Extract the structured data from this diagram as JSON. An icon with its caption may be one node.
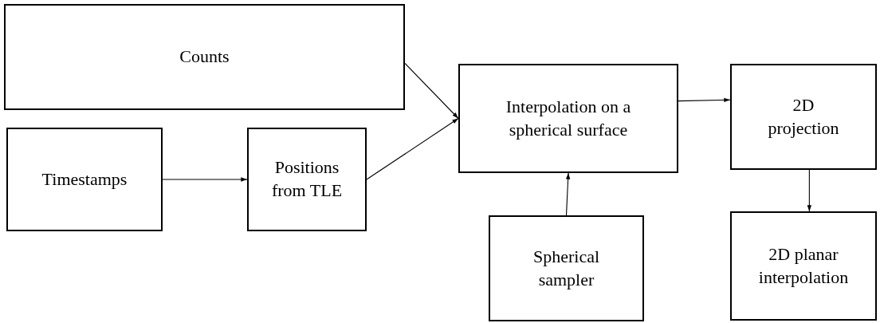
{
  "diagram": {
    "nodes": [
      {
        "text": [
          "Counts"
        ]
      },
      {
        "text": [
          "Timestamps"
        ]
      },
      {
        "text": [
          "Positions from TLE"
        ]
      },
      {
        "text": [
          "Interpolation on a spherical surface"
        ]
      },
      {
        "text": [
          "Spherical sampler"
        ]
      },
      {
        "text": [
          "2D projection"
        ]
      },
      {
        "text": [
          "2D planar interpolation"
        ]
      }
    ],
    "edges": [
      {
        "from": 0,
        "to": 3,
        "arrow": "to"
      },
      {
        "from": 1,
        "to": 2,
        "arrow": "to"
      },
      {
        "from": 2,
        "to": 3,
        "arrow": "to"
      },
      {
        "from": 4,
        "to": 3,
        "arrow": "to"
      },
      {
        "from": 3,
        "to": 5,
        "arrow": "to"
      },
      {
        "from": 5,
        "to": 6,
        "arrow": "to"
      }
    ]
  }
}
